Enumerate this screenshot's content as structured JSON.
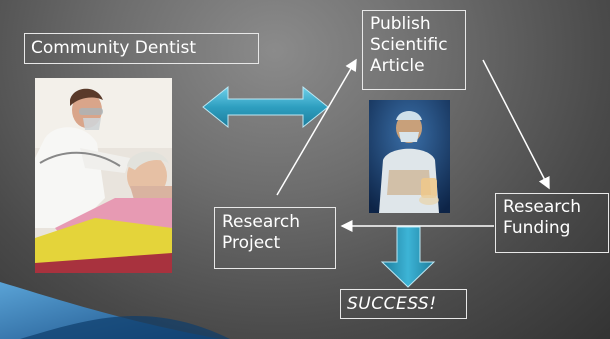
{
  "labels": {
    "community_dentist": "Community Dentist",
    "publish_line1": "Publish",
    "publish_line2": "Scientific",
    "publish_line3": "Article",
    "funding_line1": "Research",
    "funding_line2": "Funding",
    "project_line1": "Research",
    "project_line2": "Project",
    "success": "SUCCESS!"
  },
  "colors": {
    "arrow_teal": "#2e9fc0",
    "arrow_teal_light": "#5ec3df",
    "connector": "#ffffff",
    "corner_blue": "#1b5fa0"
  }
}
